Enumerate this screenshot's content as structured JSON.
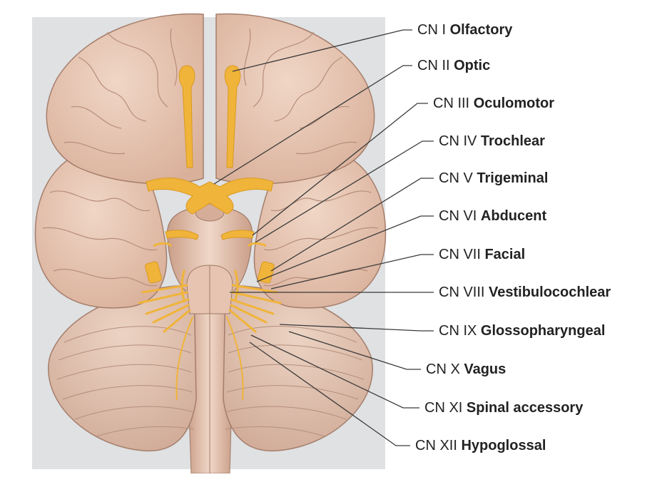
{
  "figure": {
    "labels": [
      {
        "id": "cn1",
        "num": "CN I",
        "name": "Olfactory"
      },
      {
        "id": "cn2",
        "num": "CN II",
        "name": "Optic"
      },
      {
        "id": "cn3",
        "num": "CN III",
        "name": "Oculomotor"
      },
      {
        "id": "cn4",
        "num": "CN IV",
        "name": "Trochlear"
      },
      {
        "id": "cn5",
        "num": "CN V",
        "name": "Trigeminal"
      },
      {
        "id": "cn6",
        "num": "CN VI",
        "name": "Abducent"
      },
      {
        "id": "cn7",
        "num": "CN VII",
        "name": "Facial"
      },
      {
        "id": "cn8",
        "num": "CN VIII",
        "name": "Vestibulocochlear"
      },
      {
        "id": "cn9",
        "num": "CN IX",
        "name": "Glossopharyngeal"
      },
      {
        "id": "cn10",
        "num": "CN X",
        "name": "Vagus"
      },
      {
        "id": "cn11",
        "num": "CN XI",
        "name": "Spinal accessory"
      },
      {
        "id": "cn12",
        "num": "CN XII",
        "name": "Hypoglossal"
      }
    ]
  },
  "colors": {
    "background_panel": "#dfe1e3",
    "brain_tissue": "#e8c9b5",
    "brain_shadow": "#c9a08a",
    "gyri_lines": "#b08878",
    "cerebellum": "#ddbfae",
    "nerve": "#f0b43a",
    "nerve_dark": "#d99a1f",
    "leader_line": "#3a3a3a"
  }
}
